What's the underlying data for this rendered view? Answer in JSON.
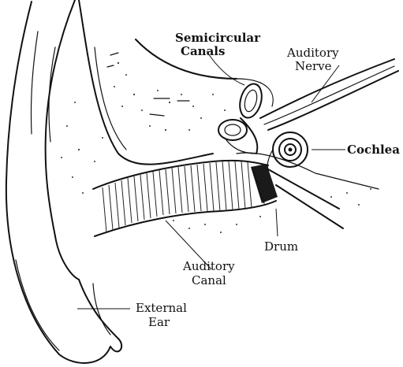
{
  "labels": {
    "semicircular_canals_line1": "Semicircular",
    "semicircular_canals_line2": "Canals",
    "auditory_nerve_line1": "Auditory",
    "auditory_nerve_line2": "Nerve",
    "cochlea": "Cochlea",
    "drum": "Drum",
    "auditory_canal_line1": "Auditory",
    "auditory_canal_line2": "Canal",
    "external_ear_line1": "External",
    "external_ear_line2": "Ear"
  }
}
